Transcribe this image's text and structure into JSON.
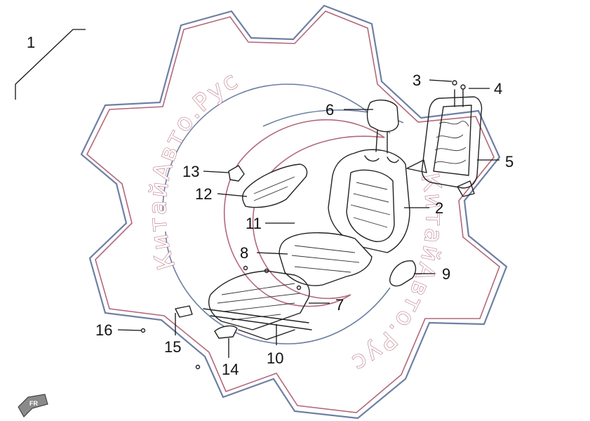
{
  "diagram": {
    "watermark": {
      "text_upper": "КитайАвто.Рус",
      "text_lower": "КитайАвто.Рус",
      "colors": {
        "outer_line": "#6e7fa3",
        "inner_line": "#b2687a"
      }
    },
    "callouts": {
      "c1": "1",
      "c2": "2",
      "c3": "3",
      "c4": "4",
      "c5": "5",
      "c6": "6",
      "c7": "7",
      "c8": "8",
      "c9": "9",
      "c10": "10",
      "c11": "11",
      "c12": "12",
      "c13": "13",
      "c14": "14",
      "c15": "15",
      "c16": "16"
    },
    "direction_badge": "FR"
  }
}
